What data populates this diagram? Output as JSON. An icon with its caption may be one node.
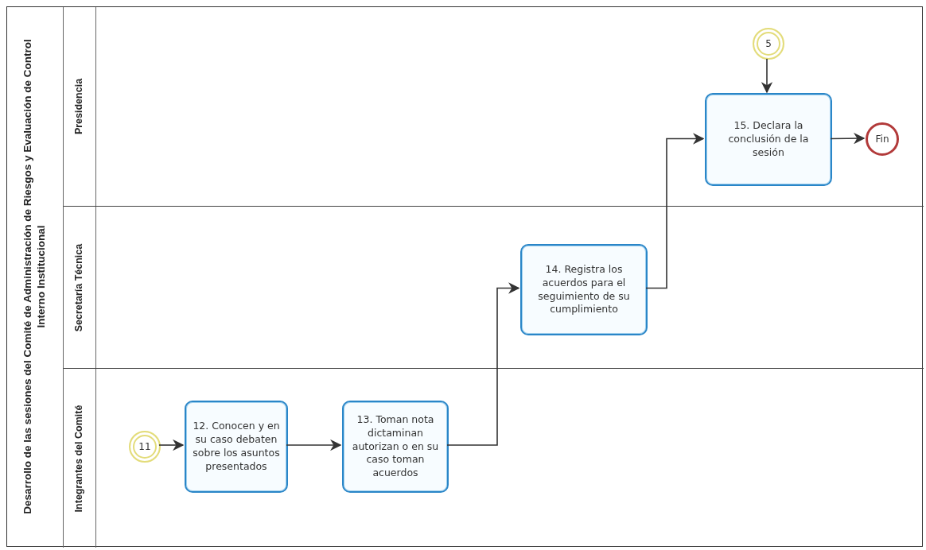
{
  "diagram": {
    "nodes": [
      {
        "text": [
          "Desarrollo de las sesiones del Comité de Administración de Riesgos y Evaluación de Control Interno Institucional"
        ]
      },
      {
        "text": [
          "Presidencia"
        ],
        "in": 0
      },
      {
        "text": [
          "Secretaría Técnica"
        ],
        "in": 0
      },
      {
        "text": [
          "Integrantes del Comité"
        ],
        "in": 0
      },
      {
        "text": [
          "11"
        ],
        "in": 3
      },
      {
        "text": [
          "12. Conocen y en su caso debaten sobre los asuntos presentados"
        ],
        "in": 3
      },
      {
        "text": [
          "13. Toman nota dictaminan autorizan o en su caso toman acuerdos"
        ],
        "in": 3
      },
      {
        "text": [
          "14. Registra los acuerdos para el seguimiento de su cumplimiento"
        ],
        "in": 2
      },
      {
        "text": [
          "5"
        ],
        "in": 1
      },
      {
        "text": [
          "15. Declara la conclusión de la sesión"
        ],
        "in": 1
      },
      {
        "text": [
          "Fin"
        ],
        "in": 1
      }
    ],
    "edges": [
      {
        "from": 4,
        "to": 5,
        "arrow": "to"
      },
      {
        "from": 5,
        "to": 6,
        "arrow": "to"
      },
      {
        "from": 6,
        "to": 7,
        "arrow": "to"
      },
      {
        "from": 7,
        "to": 9,
        "arrow": "to"
      },
      {
        "from": 8,
        "to": 9,
        "arrow": "to"
      },
      {
        "from": 9,
        "to": 10,
        "arrow": "to"
      }
    ]
  }
}
